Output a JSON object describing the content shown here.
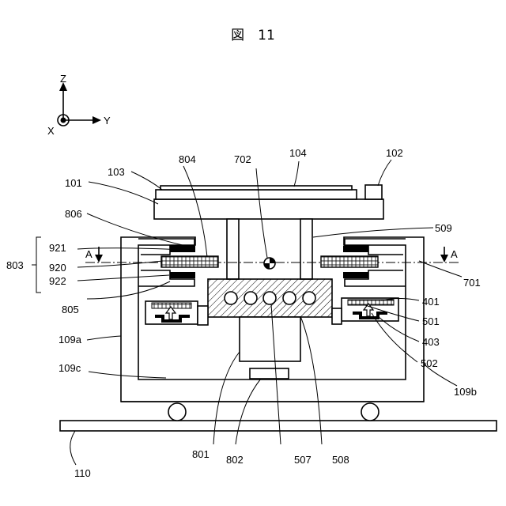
{
  "figure": {
    "title": "図　11",
    "axes": {
      "z": "Z",
      "y": "Y",
      "x": "X"
    },
    "section_marks": {
      "left": "A",
      "right": "A"
    },
    "labels": {
      "l101": "101",
      "l102": "102",
      "l103": "103",
      "l104": "104",
      "l110": "110",
      "l109a": "109a",
      "l109b": "109b",
      "l109c": "109c",
      "l401": "401",
      "l403": "403",
      "l501": "501",
      "l502": "502",
      "l507": "507",
      "l508": "508",
      "l509": "509",
      "l701": "701",
      "l702": "702",
      "l801": "801",
      "l802": "802",
      "l803": "803",
      "l804": "804",
      "l805": "805",
      "l806": "806",
      "l920": "920",
      "l921": "921",
      "l922": "922"
    }
  }
}
